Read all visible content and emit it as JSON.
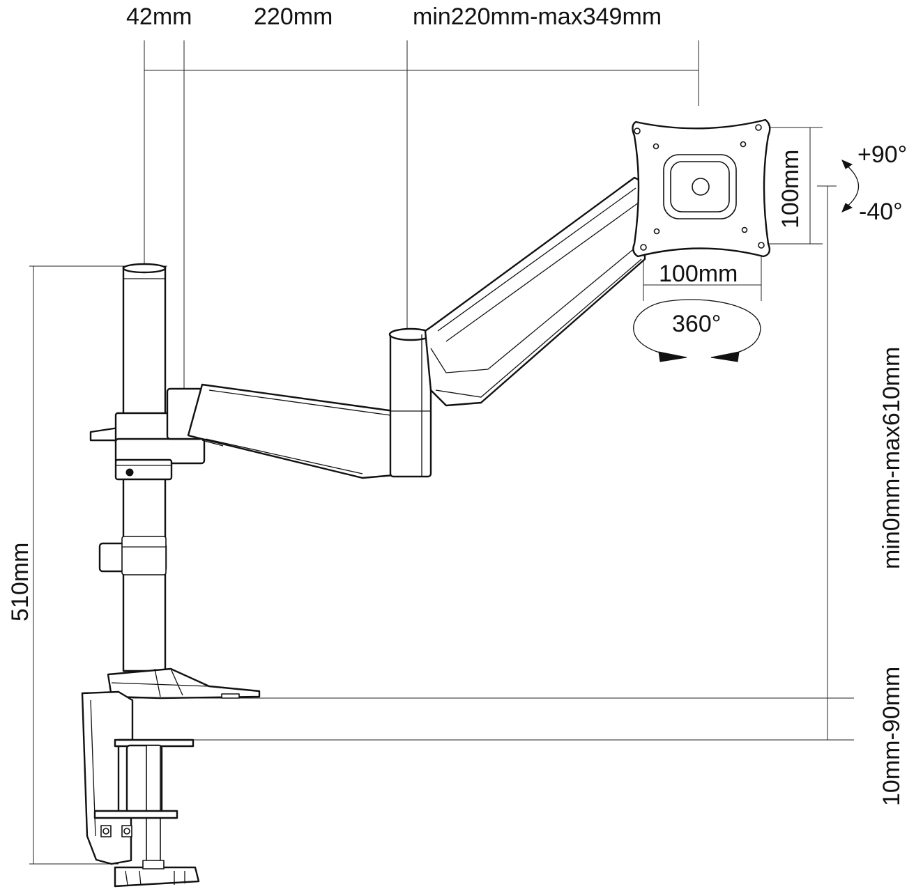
{
  "labels": {
    "pole_offset": "42mm",
    "arm1_length": "220mm",
    "arm2_range": "min220mm-max349mm",
    "vesa_height": "100mm",
    "vesa_width": "100mm",
    "tilt_up": "+90°",
    "tilt_down": "-40°",
    "rotation": "360°",
    "pole_height": "510mm",
    "height_range": "min0mm-max610mm",
    "desk_thickness": "10mm-90mm"
  }
}
